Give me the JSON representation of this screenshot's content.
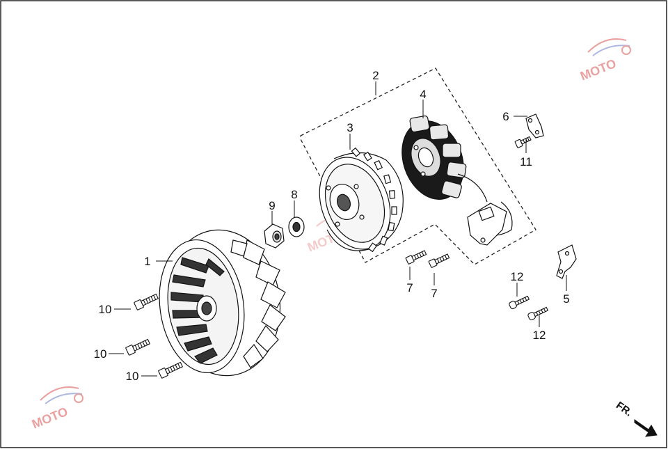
{
  "diagram": {
    "callouts": [
      {
        "id": "1",
        "label": "1"
      },
      {
        "id": "2",
        "label": "2"
      },
      {
        "id": "3",
        "label": "3"
      },
      {
        "id": "4",
        "label": "4"
      },
      {
        "id": "5",
        "label": "5"
      },
      {
        "id": "6",
        "label": "6"
      },
      {
        "id": "7a",
        "label": "7"
      },
      {
        "id": "7b",
        "label": "7"
      },
      {
        "id": "8",
        "label": "8"
      },
      {
        "id": "9",
        "label": "9"
      },
      {
        "id": "10a",
        "label": "10"
      },
      {
        "id": "10b",
        "label": "10"
      },
      {
        "id": "10c",
        "label": "10"
      },
      {
        "id": "11",
        "label": "11"
      },
      {
        "id": "12a",
        "label": "12"
      },
      {
        "id": "12b",
        "label": "12"
      }
    ],
    "direction_label": "FR.",
    "watermark": "MOTO",
    "colors": {
      "line": "#111111",
      "part_dark": "#1a1a1a",
      "watermark_red": "#d9534f",
      "watermark_blue": "#6a7fc8"
    }
  }
}
